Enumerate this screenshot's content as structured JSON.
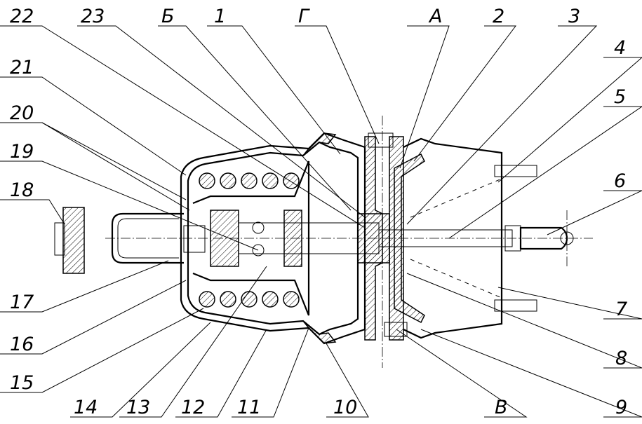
{
  "diagram": {
    "type": "technical-section-drawing",
    "labels": {
      "l22": "22",
      "l23": "23",
      "lB_cyr": "Б",
      "l1": "1",
      "lG": "Г",
      "lA": "А",
      "l2": "2",
      "l3": "3",
      "l4": "4",
      "l5": "5",
      "l6": "6",
      "l21": "21",
      "l20": "20",
      "l19": "19",
      "l18": "18",
      "l17": "17",
      "l16": "16",
      "l15": "15",
      "l14": "14",
      "l13": "13",
      "l12": "12",
      "l11": "11",
      "l10": "10",
      "lV": "В",
      "l9": "9",
      "l8": "8",
      "l7": "7"
    }
  }
}
